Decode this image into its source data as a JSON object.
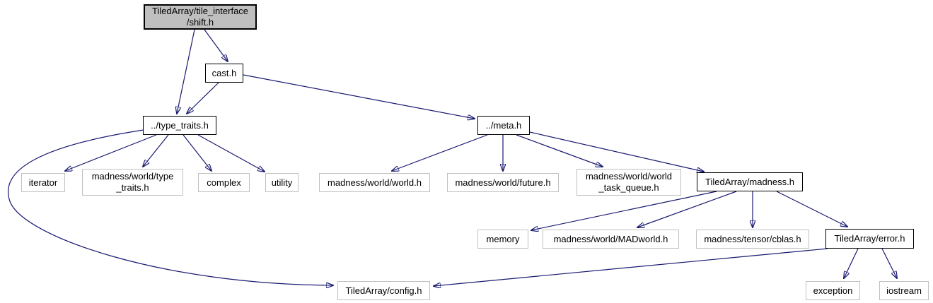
{
  "colors": {
    "edge": "#191970",
    "documented_node_border": "#000000",
    "external_node_border": "#c0c0c0",
    "root_node_fill": "#bfbfbf",
    "node_fill": "#ffffff",
    "text": "#000000"
  },
  "nodes": {
    "shift": {
      "lines": [
        "TiledArray/tile_interface",
        "/shift.h"
      ],
      "label": "TiledArray/tile_interface/shift.h"
    },
    "cast": {
      "label": "cast.h"
    },
    "type_traits": {
      "label": "../type_traits.h"
    },
    "meta": {
      "label": "../meta.h"
    },
    "iterator": {
      "label": "iterator"
    },
    "mw_type_traits": {
      "lines": [
        "madness/world/type",
        "_traits.h"
      ],
      "label": "madness/world/type_traits.h"
    },
    "complex": {
      "label": "complex"
    },
    "utility": {
      "label": "utility"
    },
    "mw_world": {
      "label": "madness/world/world.h"
    },
    "mw_future": {
      "label": "madness/world/future.h"
    },
    "mw_world_task_queue": {
      "lines": [
        "madness/world/world",
        "_task_queue.h"
      ],
      "label": "madness/world/world_task_queue.h"
    },
    "ta_madness": {
      "label": "TiledArray/madness.h"
    },
    "memory": {
      "label": "memory"
    },
    "mw_madworld": {
      "label": "madness/world/MADworld.h"
    },
    "mt_cblas": {
      "label": "madness/tensor/cblas.h"
    },
    "ta_error": {
      "label": "TiledArray/error.h"
    },
    "ta_config": {
      "label": "TiledArray/config.h"
    },
    "exception": {
      "label": "exception"
    },
    "iostream": {
      "label": "iostream"
    }
  },
  "edges": [
    {
      "from": "shift",
      "to": "type_traits"
    },
    {
      "from": "shift",
      "to": "cast"
    },
    {
      "from": "cast",
      "to": "type_traits"
    },
    {
      "from": "cast",
      "to": "meta"
    },
    {
      "from": "type_traits",
      "to": "iterator"
    },
    {
      "from": "type_traits",
      "to": "mw_type_traits"
    },
    {
      "from": "type_traits",
      "to": "complex"
    },
    {
      "from": "type_traits",
      "to": "utility"
    },
    {
      "from": "type_traits",
      "to": "ta_config"
    },
    {
      "from": "meta",
      "to": "mw_world"
    },
    {
      "from": "meta",
      "to": "mw_future"
    },
    {
      "from": "meta",
      "to": "mw_world_task_queue"
    },
    {
      "from": "meta",
      "to": "ta_madness"
    },
    {
      "from": "ta_madness",
      "to": "memory"
    },
    {
      "from": "ta_madness",
      "to": "mw_madworld"
    },
    {
      "from": "ta_madness",
      "to": "mt_cblas"
    },
    {
      "from": "ta_madness",
      "to": "ta_error"
    },
    {
      "from": "ta_error",
      "to": "ta_config"
    },
    {
      "from": "ta_error",
      "to": "exception"
    },
    {
      "from": "ta_error",
      "to": "iostream"
    }
  ]
}
